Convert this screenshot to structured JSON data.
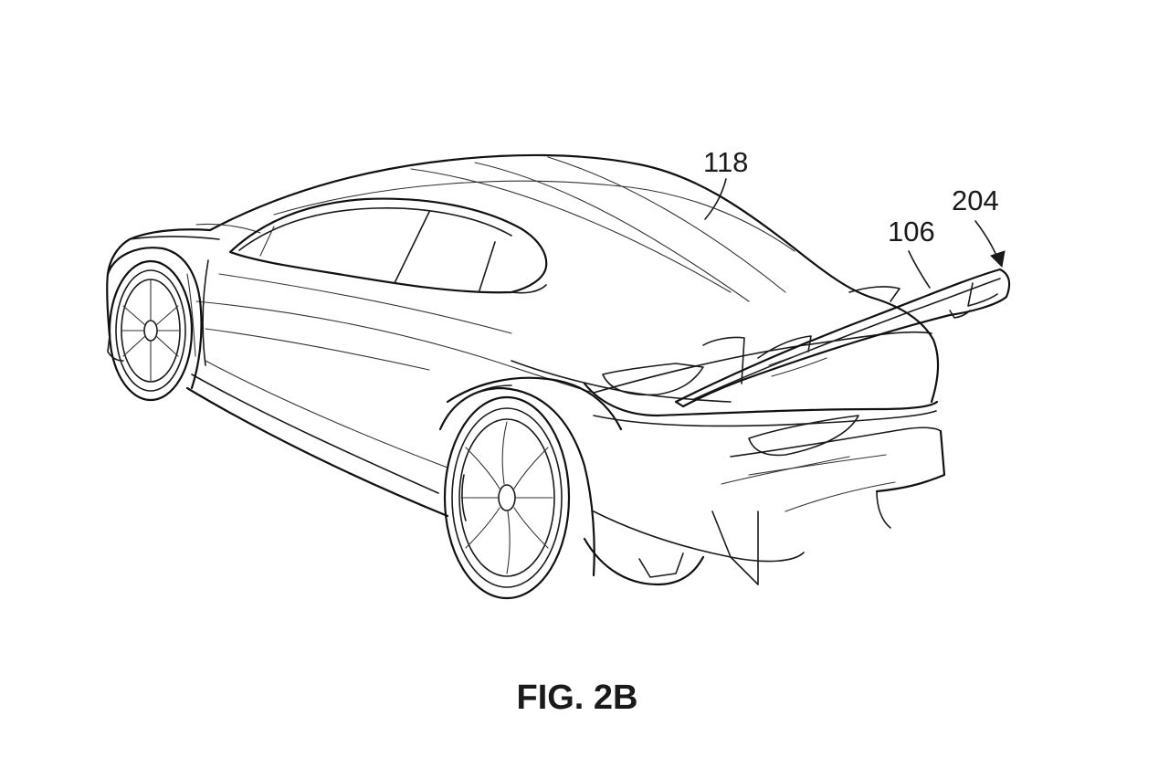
{
  "figure": {
    "caption": "FIG. 2B"
  },
  "reference_numerals": {
    "roof": "118",
    "spoiler": "106",
    "spoiler_arrow": "204"
  }
}
